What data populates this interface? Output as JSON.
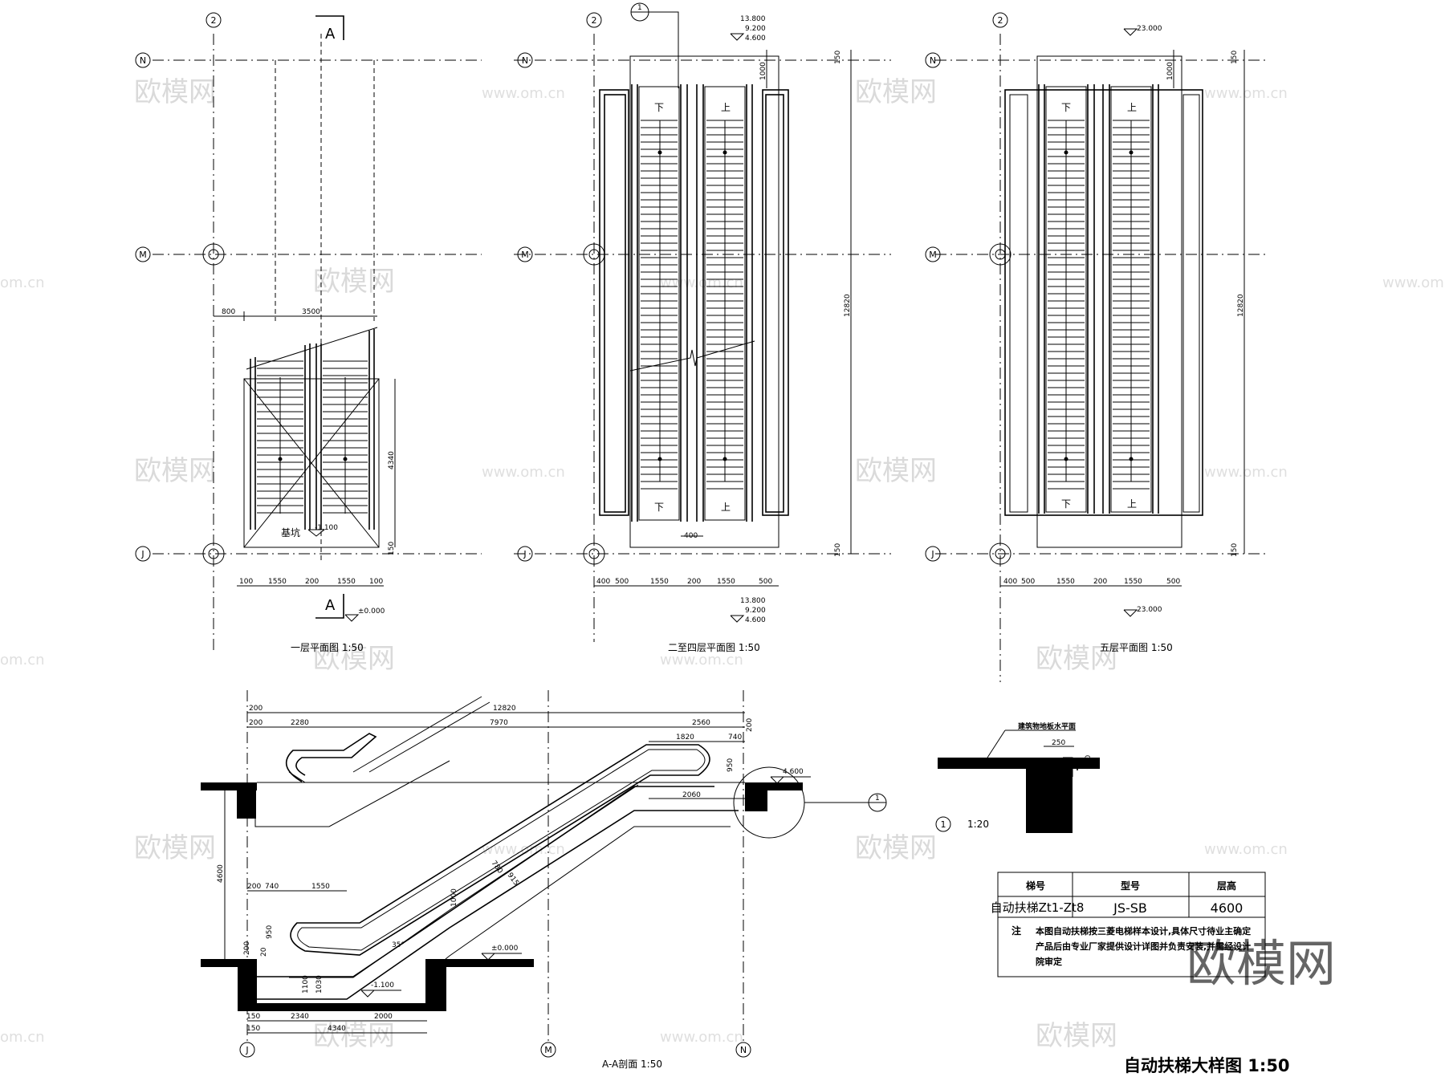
{
  "axes": {
    "N": "N",
    "M": "M",
    "J": "J",
    "two": "2",
    "one_circle": "1"
  },
  "section_marks": {
    "a": "A"
  },
  "plans": {
    "floor1": {
      "title": "一层平面图   1:50",
      "pit_label": "基坑",
      "pit_level": "-1.100",
      "floor_level": "±0.000",
      "dims_top": [
        "800",
        "3500"
      ],
      "dims_bottom": [
        "100",
        "1550",
        "200",
        "1550",
        "100"
      ],
      "dim_right": "4340",
      "dim_right_small": "150"
    },
    "floor2to4": {
      "title": "二至四层平面图   1:50",
      "levels": [
        "13.800",
        "9.200",
        "4.600"
      ],
      "dir_down": "下",
      "dir_up": "上",
      "dims_bottom": [
        "400",
        "500",
        "1550",
        "200",
        "1550",
        "500"
      ],
      "dim_right": "12820",
      "dim_top_small": "1000",
      "dim_top_tiny": "150",
      "dim_bottom_small": "150",
      "dim_gap": "400"
    },
    "floor5": {
      "title": "五层平面图   1:50",
      "level": "23.000",
      "dir_down": "下",
      "dir_up": "上",
      "dims_bottom": [
        "400",
        "500",
        "1550",
        "200",
        "1550",
        "500"
      ],
      "dim_right": "12820",
      "dim_top_small": "1000",
      "dim_top_tiny": "150",
      "dim_bottom_small": "150"
    }
  },
  "section": {
    "title": "A-A剖面   1:50",
    "dims_top": [
      "12820",
      "200",
      "200",
      "2280",
      "7970",
      "2560",
      "1820",
      "740",
      "200",
      "950",
      "2060"
    ],
    "dims_bottom": [
      "150",
      "150",
      "2340",
      "2000",
      "4340"
    ],
    "dims_left": [
      "4600",
      "200",
      "740",
      "1550",
      "200",
      "20",
      "950",
      "1100",
      "1030"
    ],
    "dims_diag": [
      "780",
      "915",
      "1000"
    ],
    "angle": "35°",
    "level_top": "4.600",
    "level_zero": "±0.000",
    "level_pit": "-1.100"
  },
  "detail": {
    "label": "建筑物地板水平面",
    "dim1": "250",
    "dim2": "120",
    "number": "1",
    "scale": "1:20"
  },
  "table": {
    "headers": [
      "梯号",
      "型号",
      "层高"
    ],
    "row": [
      "自动扶梯Zt1-Zt8",
      "JS-SB",
      "4600"
    ],
    "note_label": "注",
    "note_lines": [
      "本图自动扶梯按三菱电梯样本设计,具体尺寸待业主确定",
      "产品后由专业厂家提供设计详图并负责安装,并需经设计",
      "院审定"
    ]
  },
  "main_title": "自动扶梯大样图  1:50",
  "watermark": {
    "brand": "欧模网",
    "url": "www.om.cn",
    "url_short": "om.cn"
  }
}
